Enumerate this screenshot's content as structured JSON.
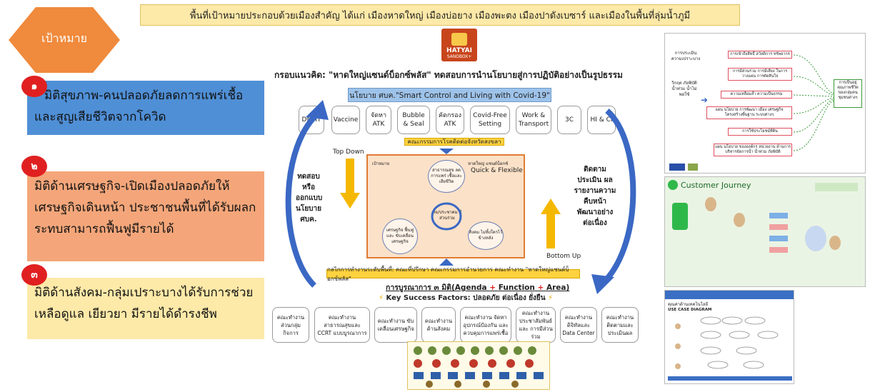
{
  "banner": "พื้นที่เป้าหมายประกอบด้วยเมืองสำคัญ ได้แก่ เมืองหาดใหญ่ เมืองบ่อยาง เมืองพะตง เมืองปาดังเบซาร์ และเมืองในพื้นที่ลุ่มน้ำภูมี",
  "goal_label": "เป้าหมาย",
  "dimensions": [
    {
      "num": "๑",
      "text": "มิติสุขภาพ-คนปลอดภัยลดการแพร่เชื้อและสูญเสียชีวิตจากโควิด"
    },
    {
      "num": "๒",
      "text": "มิติด้านเศรษฐกิจ-เปิดเมืองปลอดภัยให้เศรษฐกิจเดินหน้า ประชาชนพื้นที่ได้รับผลกระทบสามารถฟื้นฟูมีรายได้"
    },
    {
      "num": "๓",
      "text": "มิติด้านสังคม-กลุ่มเปราะบางได้รับการช่วยเหลือดูแล เยียวยา มีรายได้ดำรงชีพ"
    }
  ],
  "logo": {
    "text": "HATYAI",
    "sub": "SANDBOX+"
  },
  "framework_title": "กรอบแนวคิด:  \"หาดใหญ่แซนด์บ็อกซ์พลัส\" ทดสอบการนำนโยบายสู่การปฏิบัติอย่างเป็นรูปธรรม",
  "policy": "นโยบาย ศบค.\"Smart Control and Living with Covid-19\"",
  "measures": [
    "DMHT",
    "Vaccine",
    "จัดหา ATK",
    "Bubble & Seal",
    "คัดกรอง ATK",
    "Covid-Free Setting",
    "Work & Transport",
    "3C",
    "HI & CI"
  ],
  "committee_top": "คณะกรรมการโรคติดต่อจังหวัดสงขลา",
  "left_side": "ทดสอบ หรือ ออกแบบ นโยบาย ศบค.",
  "right_side": "ติดตาม ประเมิน ผล รายงานความ คืบหน้า พัฒนาอย่าง ต่อเนื่อง",
  "top_down": "Top Down",
  "bottom_up": "Bottom Up",
  "center": {
    "goal": "เป้าหมาย",
    "brand": "หาดใหญ่ แซนด์บ็อกซ์",
    "quick": "Quick & Flexible",
    "health": "สาธารณสุข ลดการแพร่ เชื้อและ เสียชีวิต",
    "economy": "เศรษฐกิจ ฟื้นฟูและ ขับเคลื่อน เศรษฐกิจ",
    "society": "สังคม ไม่ทิ้งใครไว้ ข้างหลัง",
    "comms": "สื่อ/ประชาคม มีส่วนร่วม"
  },
  "mechanism": "กลไกการทำงานระดับพื้นที่: คณะที่ปรึกษา คณะกรรมการอำนวยการ คณะทำงาน \"หาดใหญ่แซนด์บ็อกซ์พลัส\"",
  "integration_prefix": "การบูรณาการ ๓ มิติ(Agenda ",
  "integration_function": "Function",
  "integration_area": "Area)",
  "ksf": "Key Success Factors: ปลอดภัย ต่อเนื่อง ยั่งยืน",
  "working_groups": [
    "คณะทำงาน ส่วนกลุ่ม กิจการ",
    "คณะทำงาน สาธารณสุขและ CCRT แบบบูรณาการ",
    "คณะทำงาน ขับเคลื่อนเศรษฐกิจ",
    "คณะทำงาน ด้านสังคม",
    "คณะทำงาน จัดหาอุปกรณ์ป้องกัน และควบคุมการแพร่เชื้อ",
    "คณะทำงาน ประชาสัมพันธ์และ การมีส่วนร่วม",
    "คณะทำงาน ดิจิทัลและ Data Center",
    "คณะทำงาน ติดตามและ ประเมินผล"
  ],
  "panel1": {
    "left_a": "การประเมิน ความเปราะบาง",
    "left_b": "วิกฤต ภัยพิบัติ น้ำท่วม น้ำไม่พอใช้",
    "boxes": [
      "การเข้าถึงสิทธิ์ สวัสดิการ ทรัพยากร",
      "การมีส่วนร่วม การมีเสียง ในการวางแผน การตัดสินใจ",
      "ความเหลื่อมล้ำ ความเป็นธรรม",
      "แผน นโยบาย การพัฒนา เมือง เศรษฐกิจ โครงสร้างพื้นฐาน ระบบต่างๆ",
      "การใช้ประโยชน์ที่ดิน",
      "แผน นโยบาย ขององค์กร หน่วยงาน ด้านการบริหารจัดการน้ำ น้ำท่วม ภัยพิบัติ"
    ],
    "right": "การเป็นอยู่ คุณภาพชีวิต ของกลุ่มคน ชุมชนต่างๆ"
  },
  "panel2": {
    "title": "Customer Journey"
  },
  "panel3": {
    "header": "คุณค่าด้านเทคโนโลยี",
    "sub": "USE CASE DIAGRAM"
  },
  "colors": {
    "dim1": "#4f8fd6",
    "dim2": "#f4a67a",
    "dim3": "#fde9a8",
    "number_circle": "#e02020",
    "arrow": "#3a68c4",
    "orange_border": "#e07c33"
  }
}
